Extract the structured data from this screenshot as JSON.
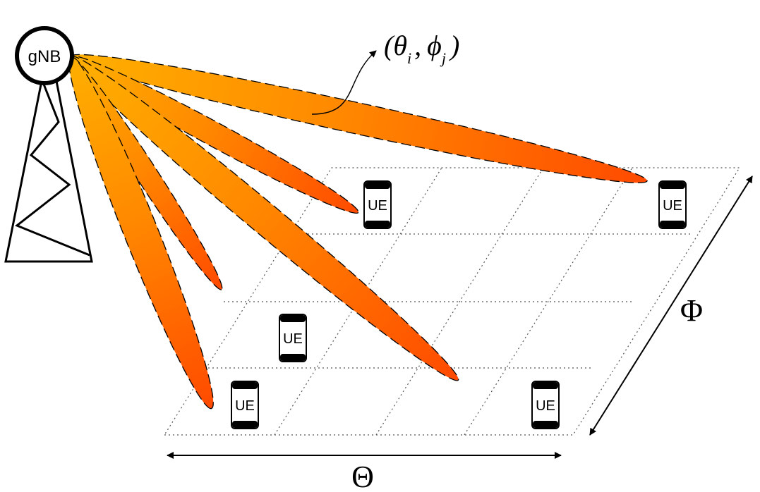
{
  "base_station": {
    "label": "gNB"
  },
  "beam_label": {
    "open": "(",
    "theta": "θ",
    "theta_sub": "i",
    "comma": ",",
    "phi": "ϕ",
    "phi_sub": "j",
    "close": ")"
  },
  "ue_label": "UE",
  "axes": {
    "theta": "Θ",
    "phi": "Φ"
  },
  "colors": {
    "beam_start": "#ffb300",
    "beam_end": "#ff3d00",
    "line": "#000000"
  }
}
